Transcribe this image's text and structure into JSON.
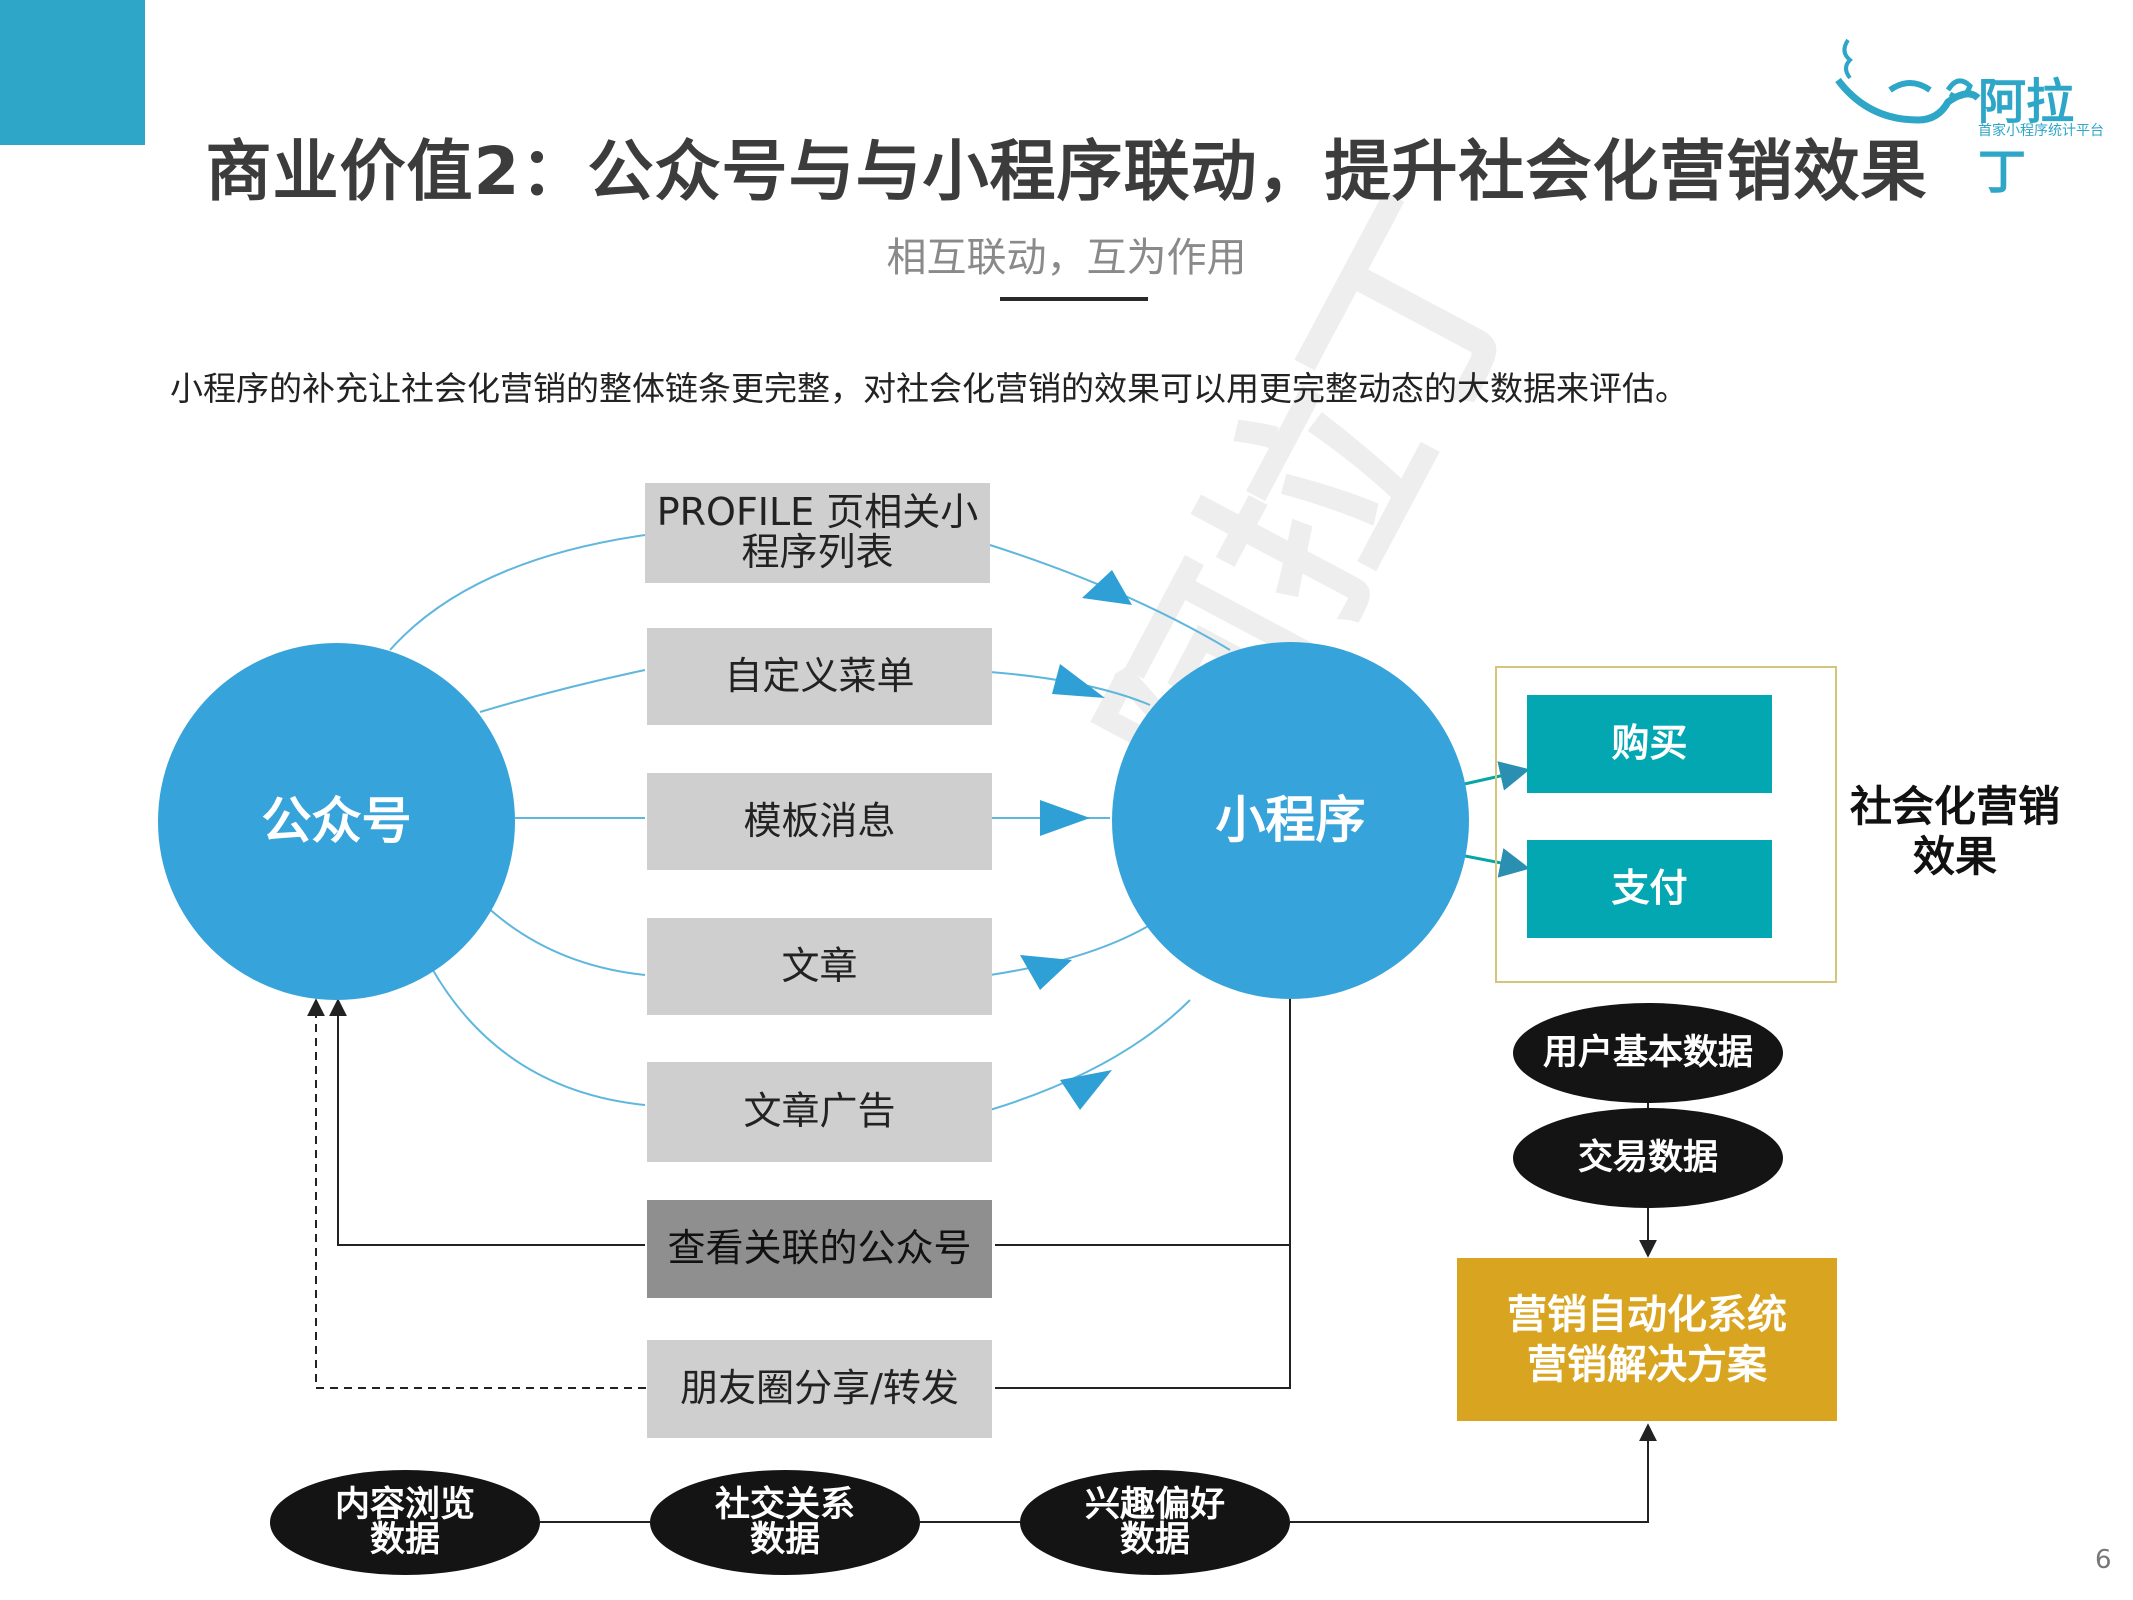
{
  "slide": {
    "title": "商业价值2：公众号与与小程序联动，提升社会化营销效果",
    "subtitle": "相互联动，互为作用",
    "description": "小程序的补充让社会化营销的整体链条更完整，对社会化营销的效果可以用更完整动态的大数据来评估。",
    "page_number": "6"
  },
  "logo": {
    "name": "阿拉丁",
    "tagline": "首家小程序统计平台"
  },
  "watermark": "阿拉丁",
  "diagram": {
    "left_node": "公众号",
    "right_node": "小程序",
    "channels": [
      "PROFILE 页相关小程序列表",
      "自定义菜单",
      "模板消息",
      "文章",
      "文章广告"
    ],
    "reverse_channels": [
      "查看关联的公众号",
      "朋友圈分享/转发"
    ],
    "outcomes": [
      "购买",
      "支付"
    ],
    "outcome_label": "社会化营销效果",
    "data_sources_right": [
      "用户基本数据",
      "交易数据"
    ],
    "data_sources_bottom": [
      "内容浏览数据",
      "社交关系数据",
      "兴趣偏好数据"
    ],
    "solution": [
      "营销自动化系统",
      "营销解决方案"
    ]
  },
  "colors": {
    "accent_blue": "#36a3da",
    "corner_blue": "#2ea6c7",
    "teal": "#02a7b1",
    "gold": "#d9a521",
    "gray_box": "#cfcfcf",
    "dark_gray_box": "#8f8f8f"
  }
}
